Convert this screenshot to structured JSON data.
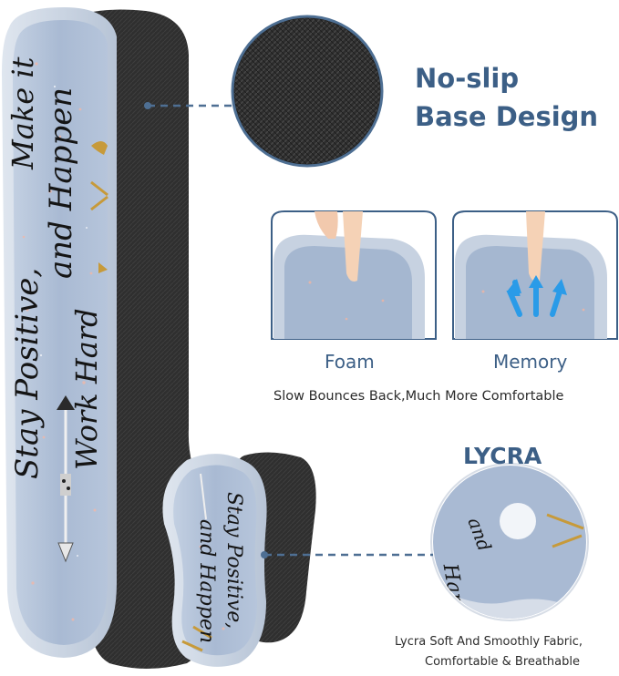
{
  "base_heading": {
    "line1": "No-slip",
    "line2": "Base Design"
  },
  "foam_label": "Foam",
  "memory_label": "Memory",
  "bounce_caption": "Slow Bounces Back,Much More Comfortable",
  "lycra_heading": "LYCRA",
  "lycra_caption": {
    "line1": "Lycra Soft And Smoothly Fabric,",
    "line2": "Comfortable & Breathable"
  },
  "pad_text": {
    "line1": "Stay Positive,",
    "line2": "and Happen",
    "line3": "Make it",
    "line4": "Work Hard"
  },
  "colors": {
    "heading_blue": "#3c5f86",
    "pad_blue": "#a8b9d2",
    "base_black": "#2b2b2b",
    "arrow_blue": "#2a9be8"
  }
}
